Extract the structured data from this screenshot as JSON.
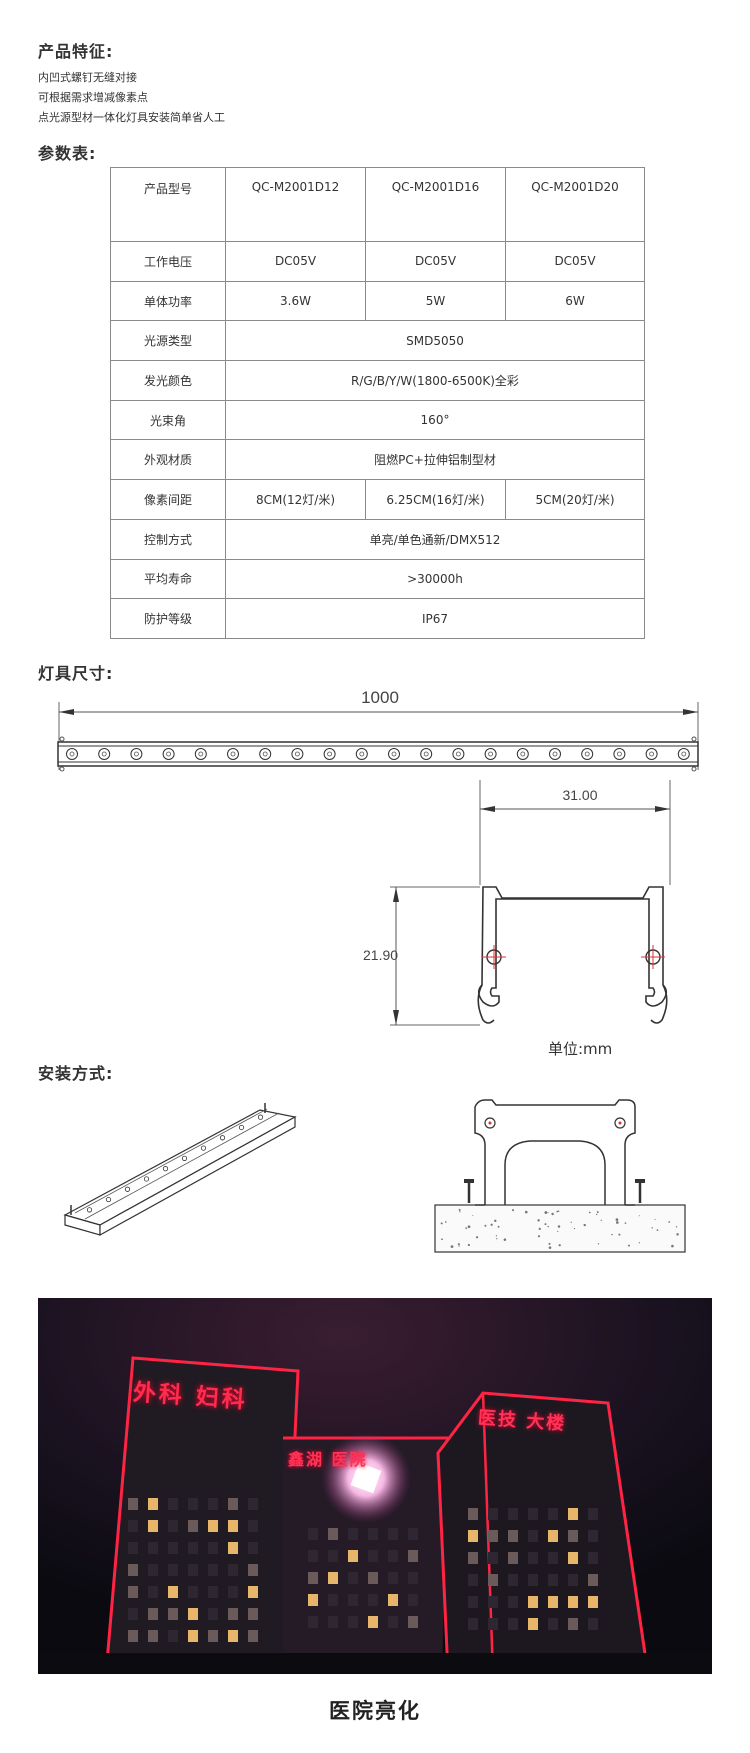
{
  "features": {
    "heading": "产品特征:",
    "items": [
      "内凹式螺钉无缝对接",
      "可根据需求增减像素点",
      "点光源型材一体化灯具安装简单省人工"
    ]
  },
  "params": {
    "heading": "参数表:",
    "header": [
      "产品型号",
      "QC-M2001D12",
      "QC-M2001D16",
      "QC-M2001D20"
    ],
    "rows": [
      {
        "label": "工作电压",
        "values": [
          "DC05V",
          "DC05V",
          "DC05V"
        ]
      },
      {
        "label": "单体功率",
        "values": [
          "3.6W",
          "5W",
          "6W"
        ]
      },
      {
        "label": "光源类型",
        "values": [
          "SMD5050"
        ]
      },
      {
        "label": "发光颜色",
        "values": [
          "R/G/B/Y/W(1800-6500K)全彩"
        ]
      },
      {
        "label": "光束角",
        "values": [
          "160°"
        ]
      },
      {
        "label": "外观材质",
        "values": [
          "阻燃PC+拉伸铝制型材"
        ]
      },
      {
        "label": "像素间距",
        "values": [
          "8CM(12灯/米)",
          "6.25CM(16灯/米)",
          "5CM(20灯/米)"
        ]
      },
      {
        "label": "控制方式",
        "values": [
          "单亮/单色通新/DMX512"
        ]
      },
      {
        "label": "平均寿命",
        "values": [
          ">30000h"
        ]
      },
      {
        "label": "防护等级",
        "values": [
          "IP67"
        ]
      }
    ]
  },
  "dimensions": {
    "heading": "灯具尺寸:",
    "length": "1000",
    "width": "31.00",
    "height": "21.90",
    "unit_label": "单位:mm"
  },
  "installation": {
    "heading": "安装方式:"
  },
  "photo": {
    "signs": [
      "外科 妇科",
      "鑫湖 医院",
      "医技 大楼"
    ],
    "caption": "医院亮化"
  }
}
